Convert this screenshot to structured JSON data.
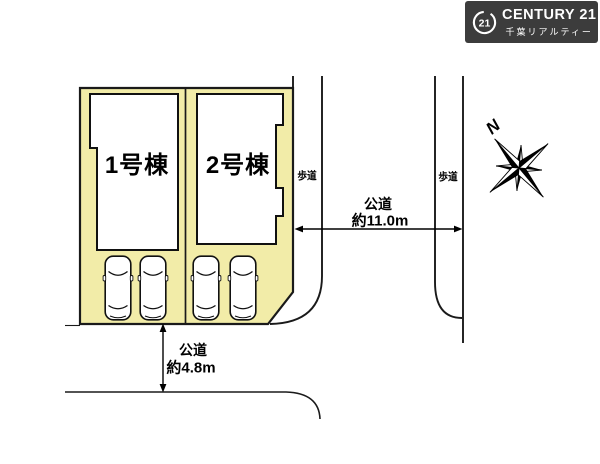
{
  "header": {
    "logo_mark": "21",
    "brand": "CENTURY 21",
    "brand_sub": "千葉リアルティー",
    "logo_bg": "#3C3C3C"
  },
  "site_plan": {
    "building1_label": "1号棟",
    "building2_label": "2号棟",
    "vertical_road_name": "公道",
    "vertical_road_width": "約11.0m",
    "horizontal_road_name": "公道",
    "horizontal_road_width": "約4.8m",
    "sidewalk_left_label": "歩道",
    "sidewalk_right_label": "歩道",
    "compass_north_label": "N",
    "colors": {
      "lot_fill": "#F2ECA8",
      "line": "#1A1A1A"
    }
  }
}
